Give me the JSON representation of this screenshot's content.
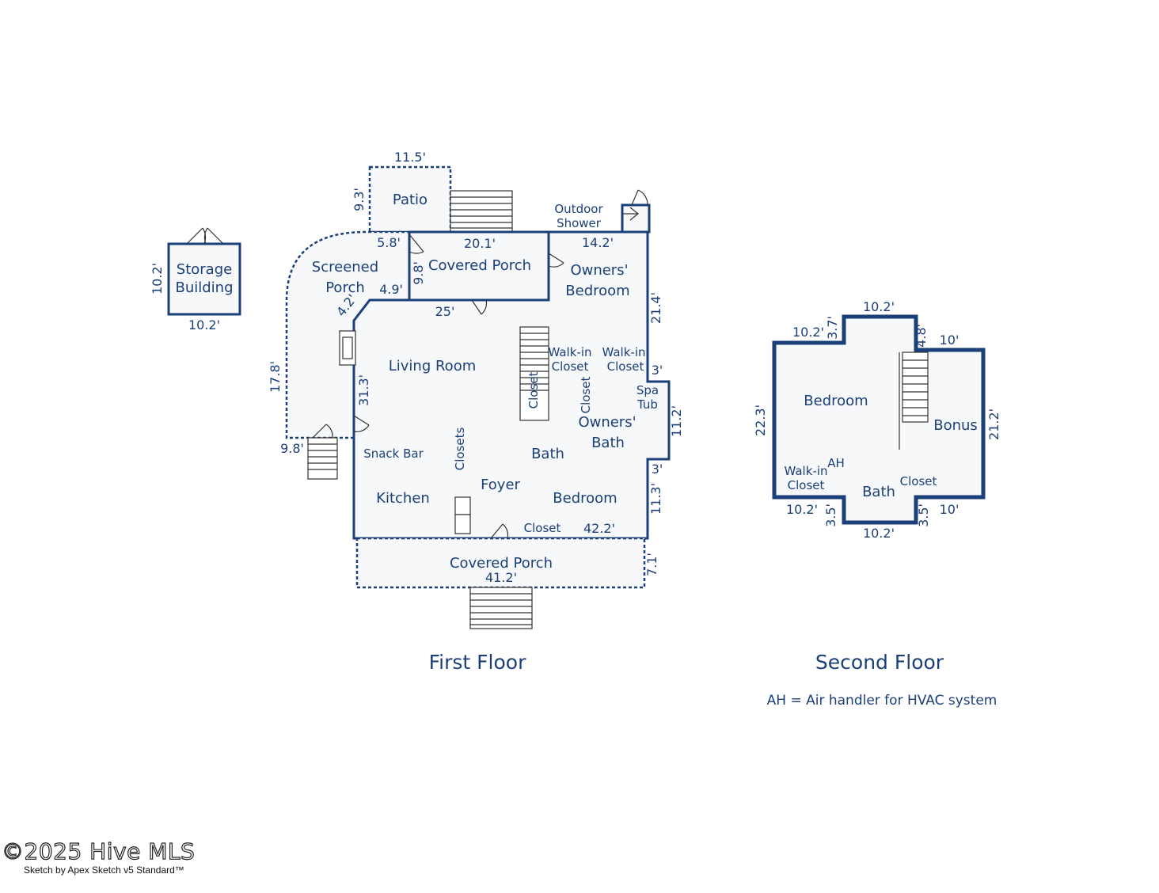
{
  "first_floor": {
    "caption": "First Floor",
    "rooms": {
      "patio": "Patio",
      "screened_porch_1": "Screened",
      "screened_porch_2": "Porch",
      "covered_porch_back": "Covered Porch",
      "outdoor_shower_1": "Outdoor",
      "outdoor_shower_2": "Shower",
      "owners_bedroom_1": "Owners'",
      "owners_bedroom_2": "Bedroom",
      "living_room": "Living Room",
      "walkin_closet_a_1": "Walk-in",
      "walkin_closet_a_2": "Closet",
      "walkin_closet_b_1": "Walk-in",
      "walkin_closet_b_2": "Closet",
      "spa_tub_1": "Spa",
      "spa_tub_2": "Tub",
      "closet_stair": "Closet",
      "closet_mid": "Closet",
      "owners_bath_1": "Owners'",
      "owners_bath_2": "Bath",
      "snack_bar": "Snack Bar",
      "closets": "Closets",
      "bath": "Bath",
      "foyer": "Foyer",
      "kitchen": "Kitchen",
      "bedroom": "Bedroom",
      "closet_front": "Closet",
      "covered_porch_front": "Covered Porch"
    },
    "dimensions": {
      "patio_width": "11.5'",
      "patio_depth": "9.3'",
      "screen_top": "5.8'",
      "back_porch_width": "20.1'",
      "back_porch_depth": "9.8'",
      "screen_inner": "4.9'",
      "owners_width": "14.2'",
      "owners_depth": "21.4'",
      "living_top": "25'",
      "angle_wall": "4.2'",
      "screen_left": "17.8'",
      "living_left": "31.3'",
      "screen_bottom": "9.8'",
      "spa_top": "3'",
      "spa_side": "11.2'",
      "spa_bottom": "3'",
      "bedroom_right": "11.3'",
      "house_width": "42.2'",
      "front_porch_width": "41.2'",
      "front_porch_depth": "7.1'"
    }
  },
  "storage": {
    "label_1": "Storage",
    "label_2": "Building",
    "depth": "10.2'",
    "width": "10.2'"
  },
  "second_floor": {
    "caption": "Second Floor",
    "rooms": {
      "bedroom": "Bedroom",
      "bonus": "Bonus",
      "walkin_1": "Walk-in",
      "walkin_2": "Closet",
      "ah": "AH",
      "bath": "Bath",
      "closet": "Closet"
    },
    "dimensions": {
      "top_center": "10.2'",
      "top_left": "10.2'",
      "notch_left_top": "3.7'",
      "notch_right_top": "4.8'",
      "top_right": "10'",
      "left_side": "22.3'",
      "right_side": "21.2'",
      "bottom_left": "10.2'",
      "notch_left_bottom": "3.5'",
      "notch_right_bottom": "3.5'",
      "bottom_right": "10'",
      "bottom_center": "10.2'"
    },
    "note": "AH = Air handler for HVAC system"
  },
  "watermark": {
    "copyright": "©2025 Hive MLS",
    "credit": "Sketch by Apex Sketch v5 Standard™"
  },
  "colors": {
    "line": "#1b3f78",
    "fill": "#f6f8fa"
  }
}
